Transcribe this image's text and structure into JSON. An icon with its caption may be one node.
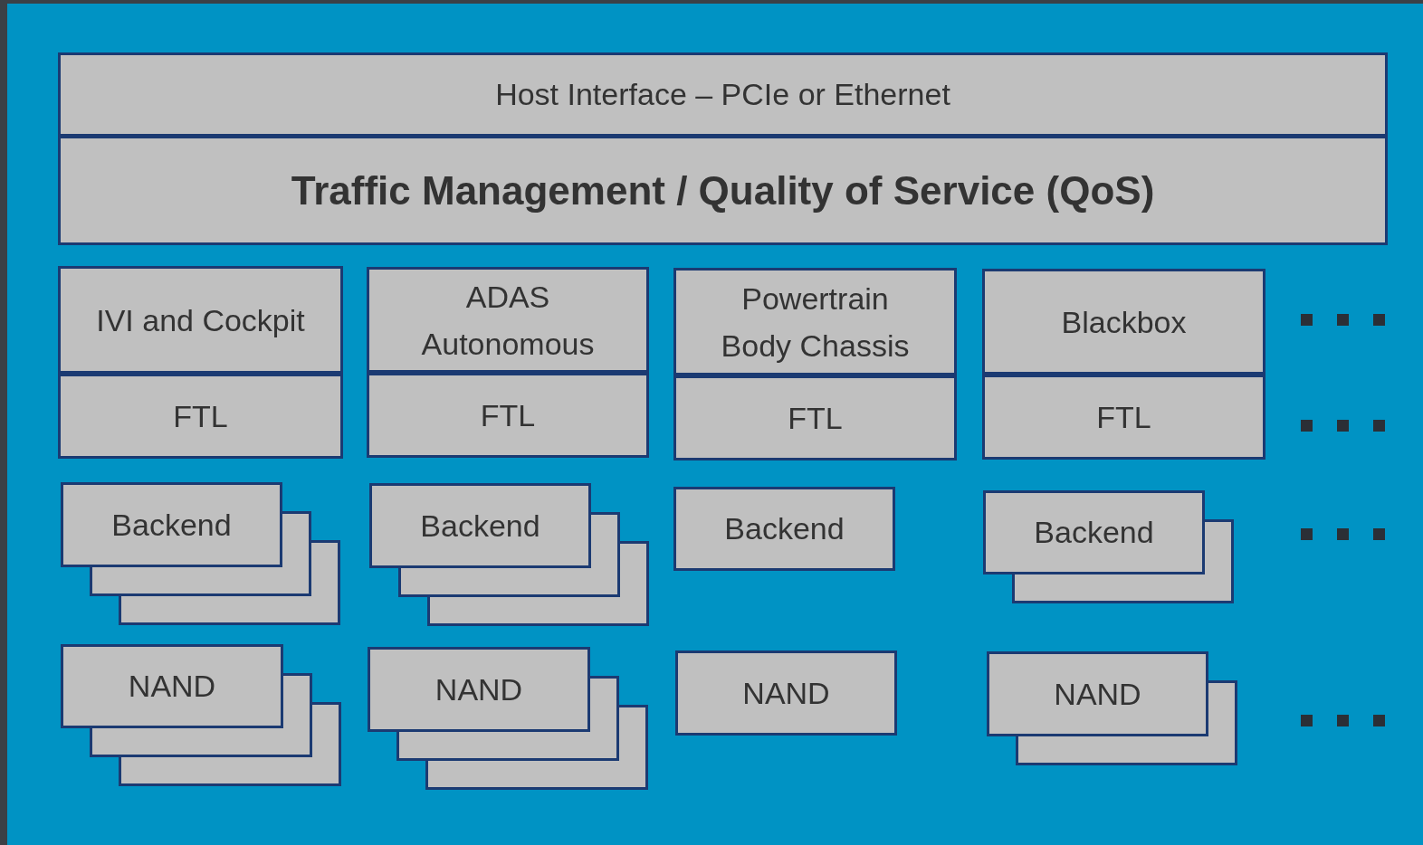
{
  "diagram": {
    "nodes": [
      {
        "text": [
          "Host Interface – PCIe or Ethernet"
        ]
      },
      {
        "text": [
          "Traffic Management / Quality of Service (QoS)"
        ]
      },
      {
        "text": [
          "IVI and Cockpit"
        ]
      },
      {
        "text": [
          "FTL"
        ]
      },
      {
        "text": [
          "ADAS Autonomous"
        ]
      },
      {
        "text": [
          "FTL"
        ]
      },
      {
        "text": [
          "Powertrain Body Chassis"
        ]
      },
      {
        "text": [
          "FTL"
        ]
      },
      {
        "text": [
          "Blackbox"
        ]
      },
      {
        "text": [
          "FTL"
        ]
      },
      {
        "text": [
          "Backend"
        ]
      },
      {
        "text": [
          "Backend"
        ]
      },
      {
        "text": [
          "Backend"
        ]
      },
      {
        "text": [
          "Backend"
        ]
      },
      {
        "text": [
          "NAND"
        ]
      },
      {
        "text": [
          "NAND"
        ]
      },
      {
        "text": [
          "NAND"
        ]
      },
      {
        "text": [
          "NAND"
        ]
      }
    ]
  }
}
